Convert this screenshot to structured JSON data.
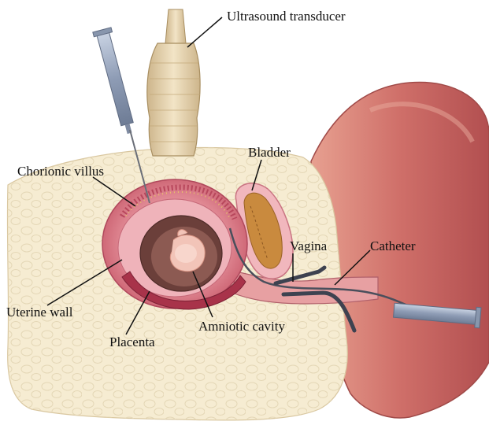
{
  "labels": {
    "ultrasound_transducer": "Ultrasound transducer",
    "bladder": "Bladder",
    "chorionic_villus": "Chorionic villus",
    "vagina": "Vagina",
    "catheter": "Catheter",
    "uterine_wall": "Uterine wall",
    "placenta": "Placenta",
    "amniotic_cavity": "Amniotic cavity"
  },
  "colors": {
    "tissue": "#f6ecd2",
    "tissue_dots": "#eadfc2",
    "body_outer": "#c4625f",
    "body_inner": "#e39a8c",
    "uterus": "#d9707f",
    "uterus_light": "#efb3ba",
    "placenta": "#a8334a",
    "cavity": "#6b3f3a",
    "bladder_wall": "#e58e98",
    "bladder_inner": "#c98a3e",
    "transducer": "#e9d7b5",
    "syringe": "#9aa9c2",
    "instrument": "#4a4f5c"
  }
}
